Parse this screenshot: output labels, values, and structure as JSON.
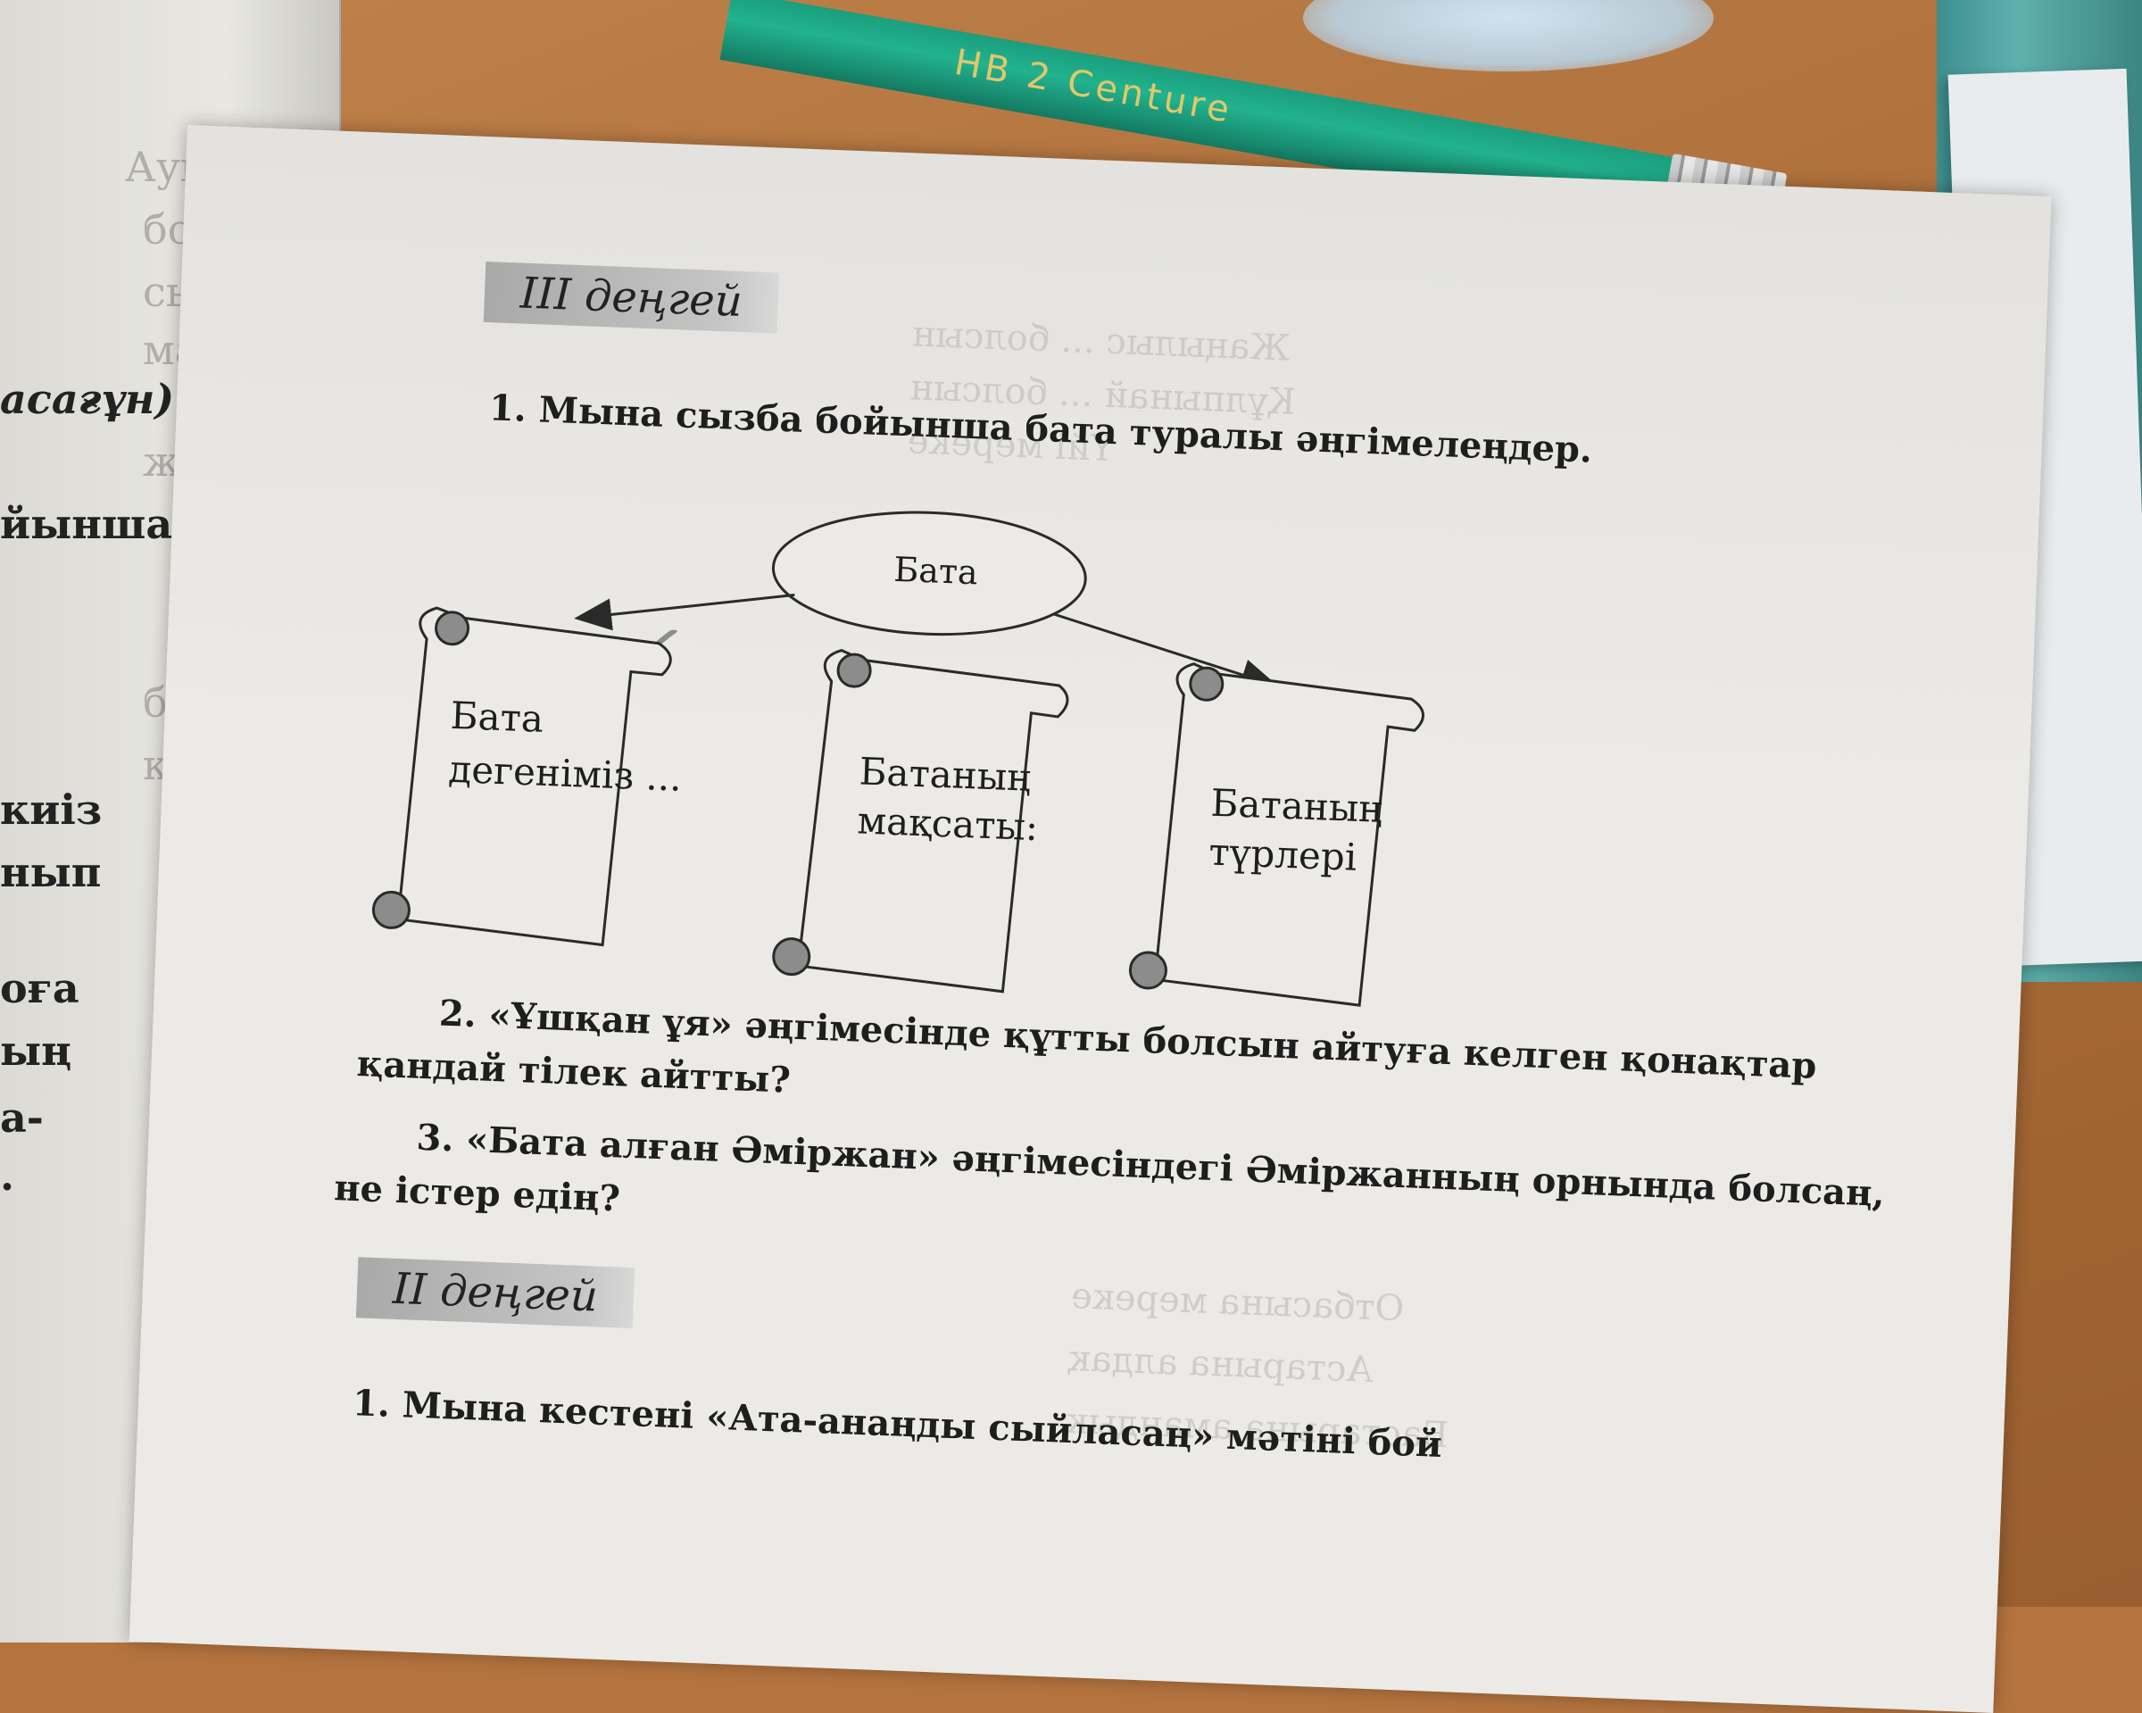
{
  "left_page": {
    "lines": [
      "асағұн)",
      "йынша",
      "киіз",
      "нып",
      "оға",
      "ың",
      "а-",
      "."
    ],
    "faded_lines": [
      "Ауы",
      "бол. сүй",
      "сыспа",
      "ман әде",
      "жүрсе",
      "бол.",
      "қой"
    ]
  },
  "pencil": {
    "text": "HB 2 Centure"
  },
  "section_3": {
    "level_label": "III деңгей",
    "q1": "1. Мына сызба бойынша бата туралы әңгімелеңдер.",
    "check_mark": "✓",
    "diagram": {
      "center": "Бата",
      "scroll1_line1": "Бата",
      "scroll1_line2": "дегеніміз ...",
      "scroll2_line1": "Батаның",
      "scroll2_line2": "мақсаты:",
      "scroll3_line1": "Батаның",
      "scroll3_line2": "түрлері"
    },
    "q2_line1": "2. «Ұшқан ұя» әңгімесінде құтты болсын айтуға келген қонақтар",
    "q2_line2": "қандай тілек айтты?",
    "q3_line1": "3. «Бата алған Әміржан» әңгімесіндегі Әміржанның орнында болсаң,",
    "q3_line2": "не істер едің?"
  },
  "section_2": {
    "level_label": "II деңгей",
    "q1": "1. Мына кестені «Ата-анаңды сыйласаң» мәтіні бой"
  },
  "bleed_through": [
    "Жаңылыс ... болсын",
    "Құлпынай ... болсын",
    "Үйі мереке",
    "Отбасына мереке",
    "Астарына алдақ",
    "Бастарына амандық"
  ]
}
